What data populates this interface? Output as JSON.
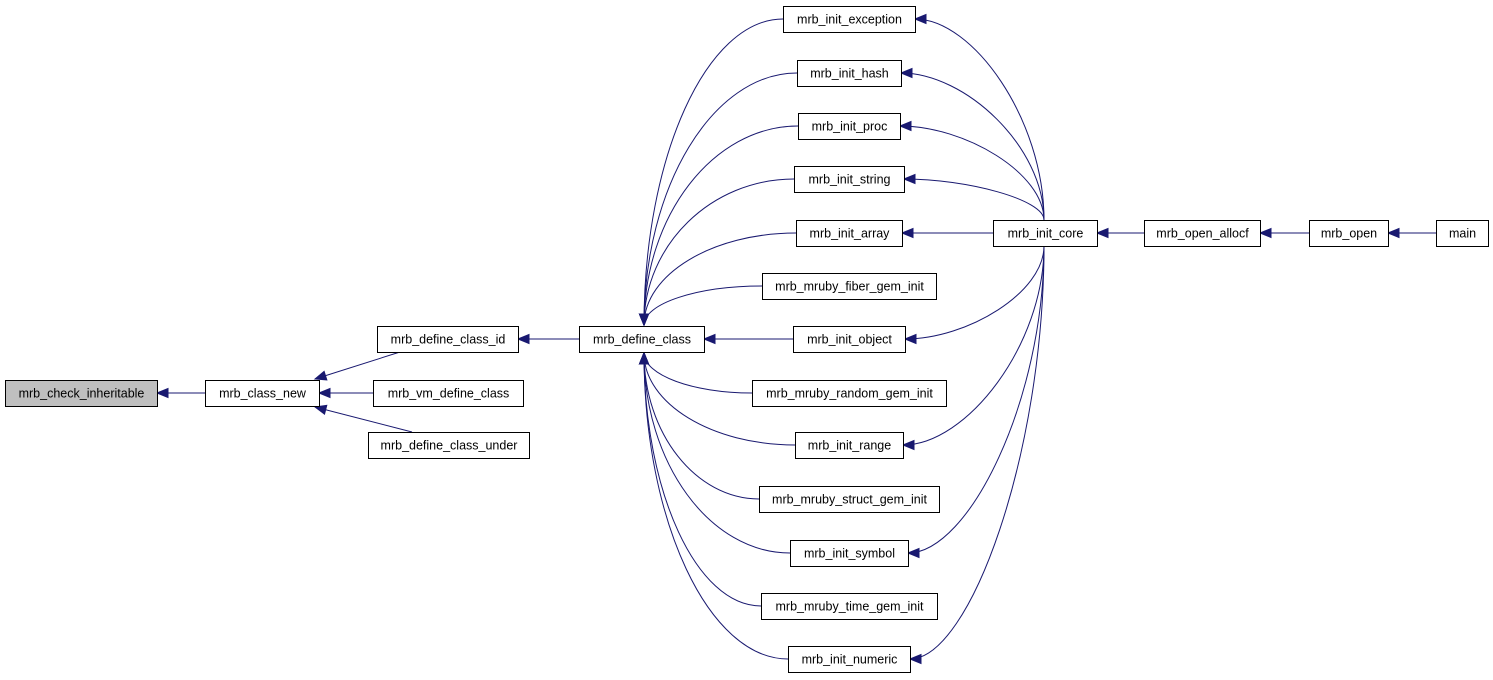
{
  "graph": {
    "root": "mrb_check_inheritable",
    "nodes": {
      "check_inheritable": "mrb_check_inheritable",
      "class_new": "mrb_class_new",
      "define_class_id": "mrb_define_class_id",
      "vm_define_class": "mrb_vm_define_class",
      "define_class_under": "mrb_define_class_under",
      "define_class": "mrb_define_class",
      "init_exception": "mrb_init_exception",
      "init_hash": "mrb_init_hash",
      "init_proc": "mrb_init_proc",
      "init_string": "mrb_init_string",
      "init_array": "mrb_init_array",
      "fiber_gem_init": "mrb_mruby_fiber_gem_init",
      "init_object": "mrb_init_object",
      "random_gem_init": "mrb_mruby_random_gem_init",
      "init_range": "mrb_init_range",
      "struct_gem_init": "mrb_mruby_struct_gem_init",
      "init_symbol": "mrb_init_symbol",
      "time_gem_init": "mrb_mruby_time_gem_init",
      "init_numeric": "mrb_init_numeric",
      "init_core": "mrb_init_core",
      "open_allocf": "mrb_open_allocf",
      "open": "mrb_open",
      "main": "main"
    },
    "edges": [
      [
        "class_new",
        "check_inheritable"
      ],
      [
        "define_class_id",
        "class_new"
      ],
      [
        "vm_define_class",
        "class_new"
      ],
      [
        "define_class_under",
        "class_new"
      ],
      [
        "define_class",
        "define_class_id"
      ],
      [
        "init_exception",
        "define_class"
      ],
      [
        "init_hash",
        "define_class"
      ],
      [
        "init_proc",
        "define_class"
      ],
      [
        "init_string",
        "define_class"
      ],
      [
        "init_array",
        "define_class"
      ],
      [
        "fiber_gem_init",
        "define_class"
      ],
      [
        "init_object",
        "define_class"
      ],
      [
        "random_gem_init",
        "define_class"
      ],
      [
        "init_range",
        "define_class"
      ],
      [
        "struct_gem_init",
        "define_class"
      ],
      [
        "init_symbol",
        "define_class"
      ],
      [
        "time_gem_init",
        "define_class"
      ],
      [
        "init_numeric",
        "define_class"
      ],
      [
        "init_core",
        "init_exception"
      ],
      [
        "init_core",
        "init_hash"
      ],
      [
        "init_core",
        "init_proc"
      ],
      [
        "init_core",
        "init_string"
      ],
      [
        "init_core",
        "init_array"
      ],
      [
        "init_core",
        "init_object"
      ],
      [
        "init_core",
        "init_range"
      ],
      [
        "init_core",
        "init_symbol"
      ],
      [
        "init_core",
        "init_numeric"
      ],
      [
        "open_allocf",
        "init_core"
      ],
      [
        "open",
        "open_allocf"
      ],
      [
        "main",
        "open"
      ]
    ],
    "colors": {
      "edge": "#191970",
      "node_border": "#000000",
      "node_fill": "#ffffff",
      "root_fill": "#bfbfbf"
    }
  }
}
